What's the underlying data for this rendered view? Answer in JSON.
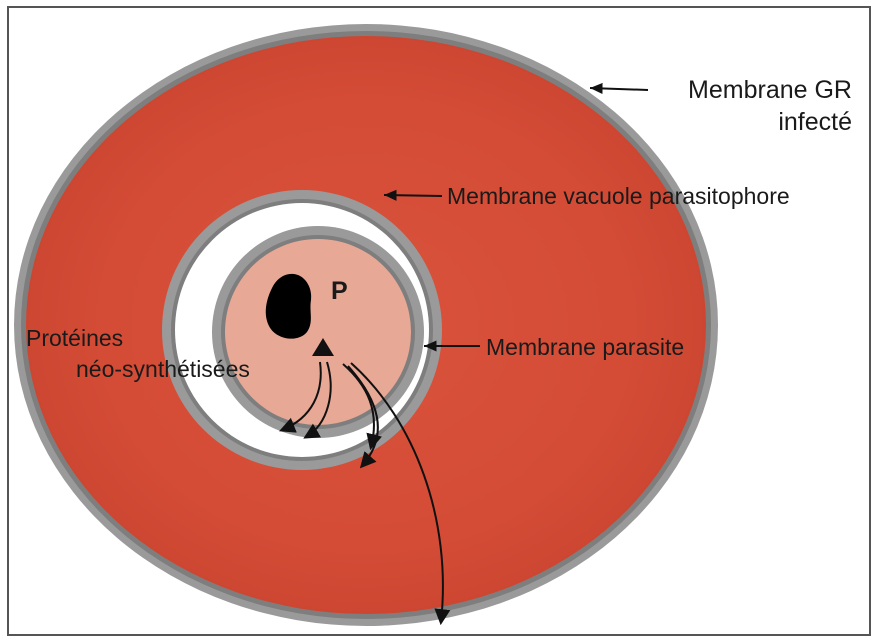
{
  "labels": {
    "rbc_membrane_line1": "Membrane GR",
    "rbc_membrane_line2": "infecté",
    "vacuole_membrane": "Membrane vacuole parasitophore",
    "parasite_membrane": "Membrane parasite",
    "proteins_line1": "Protéines",
    "proteins_line2": "néo-synthétisées",
    "parasite_letter": "P"
  },
  "colors": {
    "cytoplasm_red": "#d9523b",
    "membrane_gray": "#9a9a9a",
    "vacuole_space": "#ffffff",
    "parasite_body": "#e8a896",
    "nucleus": "#000000",
    "arrow": "#111111",
    "frame": "#555555"
  }
}
